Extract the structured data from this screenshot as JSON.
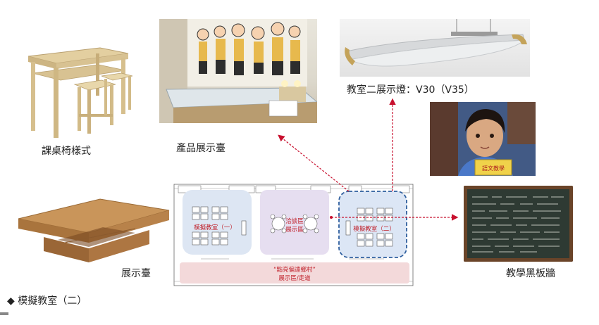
{
  "captions": {
    "desk_chair": "課桌椅樣式",
    "product_display": "產品展示臺",
    "lamp": "教室二展示燈：V30（V35）",
    "display_table": "展示臺",
    "blackboard": "教學黑板牆"
  },
  "floor_plan": {
    "room_one": "模擬教室（一）",
    "meeting_area_line1": "洽談區",
    "meeting_area_line2": "展示區",
    "room_two": "模擬教室（二）",
    "corridor_line1": "“點亮偏遠鄉村”",
    "corridor_line2": "展示區/走道"
  },
  "photo_text": {
    "book_label": "語文教學"
  },
  "footer": {
    "title": "◆ 模擬教室（二）"
  },
  "colors": {
    "room_one_fill": "#dde6f3",
    "meeting_fill": "#e6def0",
    "room_two_fill": "#dce6f5",
    "room_two_border": "#2f5f9e",
    "corridor_fill": "#f3d9da",
    "label_red": "#c0202a",
    "arrow_red": "#c8102e",
    "chalkboard": "#2e3a33"
  }
}
